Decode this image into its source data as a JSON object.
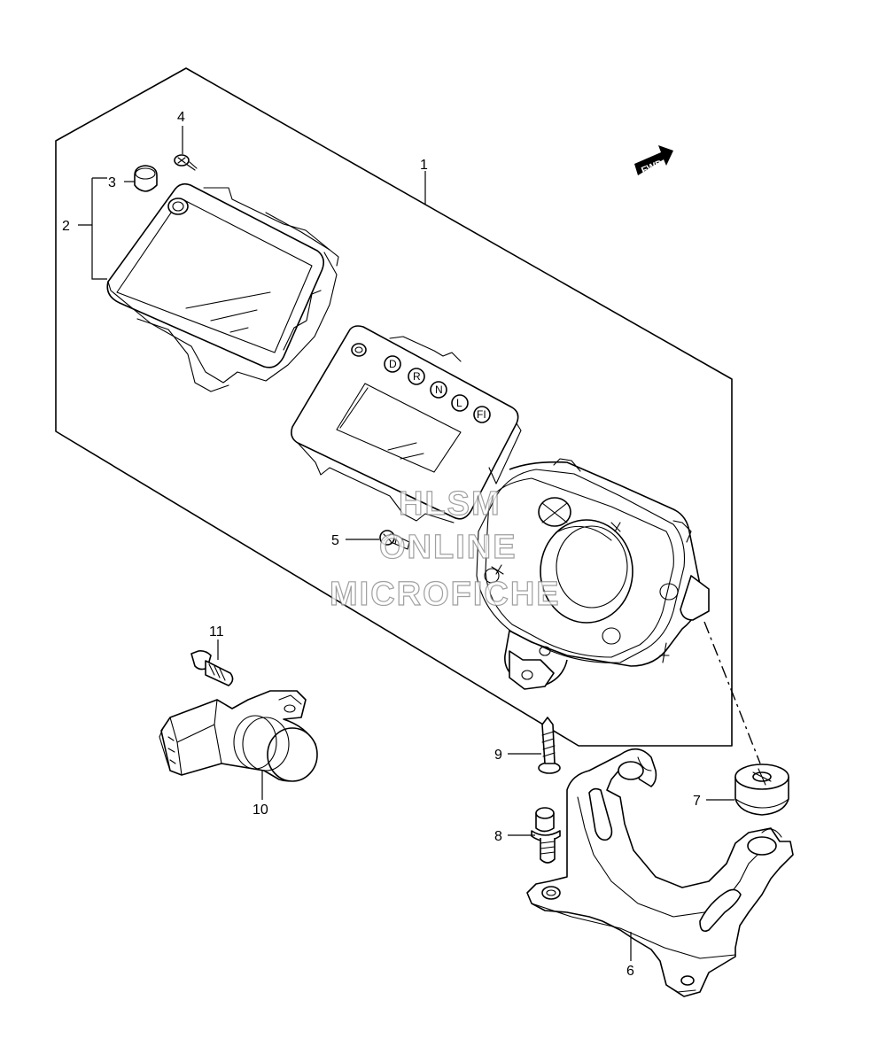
{
  "callouts": {
    "c1": "1",
    "c2": "2",
    "c3": "3",
    "c4": "4",
    "c5": "5",
    "c6": "6",
    "c7": "7",
    "c8": "8",
    "c9": "9",
    "c10": "10",
    "c11": "11"
  },
  "direction_label": "FWD",
  "indicators": [
    "D",
    "R",
    "N",
    "L",
    "FI"
  ],
  "watermark": {
    "line1": "HLSM",
    "line2": "ONLINE",
    "line3": "MICROFICHE"
  }
}
